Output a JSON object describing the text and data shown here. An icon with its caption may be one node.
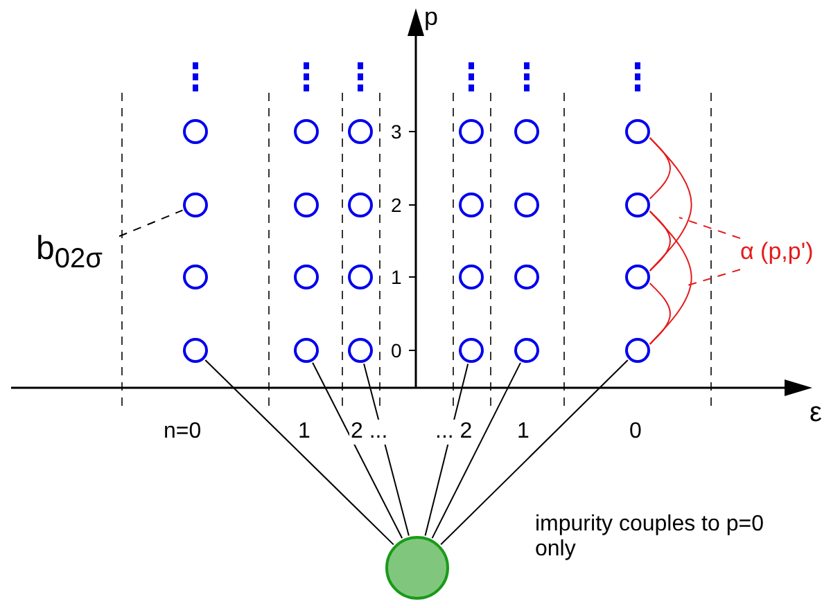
{
  "diagram": {
    "nodes": [
      {
        "text": [],
        "shape": "circle"
      },
      {
        "text": [],
        "shape": "circle"
      },
      {
        "text": [],
        "shape": "circle"
      },
      {
        "text": [],
        "shape": "circle"
      },
      {
        "text": [],
        "shape": "circle"
      },
      {
        "text": [],
        "shape": "circle"
      },
      {
        "text": [],
        "shape": "circle"
      },
      {
        "text": [],
        "shape": "circle"
      },
      {
        "text": [],
        "shape": "circle"
      },
      {
        "text": [],
        "shape": "circle"
      },
      {
        "text": [],
        "shape": "circle"
      },
      {
        "text": [],
        "shape": "circle"
      },
      {
        "text": [],
        "shape": "circle"
      },
      {
        "text": [],
        "shape": "circle"
      },
      {
        "text": [],
        "shape": "circle"
      },
      {
        "text": [],
        "shape": "circle"
      },
      {
        "text": [],
        "shape": "circle"
      },
      {
        "text": [],
        "shape": "circle"
      },
      {
        "text": [],
        "shape": "circle"
      },
      {
        "text": [],
        "shape": "circle"
      },
      {
        "text": [],
        "shape": "circle"
      },
      {
        "text": [],
        "shape": "circle"
      },
      {
        "text": [],
        "shape": "circle"
      },
      {
        "text": [],
        "shape": "circle"
      },
      {
        "text": [
          "b$_{02σ}$"
        ]
      },
      {
        "text": [
          "α (p,p')"
        ]
      },
      {
        "text": [],
        "shape": "circle"
      }
    ],
    "edges": [
      {
        "from": 18,
        "to": 26,
        "arrow": "none"
      },
      {
        "from": 19,
        "to": 26,
        "arrow": "none"
      },
      {
        "from": 20,
        "to": 26,
        "arrow": "none"
      },
      {
        "from": 21,
        "to": 26,
        "arrow": "none"
      },
      {
        "from": 22,
        "to": 26,
        "arrow": "none"
      },
      {
        "from": 23,
        "to": 26,
        "arrow": "none"
      },
      {
        "from": 24,
        "to": 6,
        "arrow": "none",
        "style": "dashed"
      },
      {
        "from": 25,
        "to": null,
        "arrow": "none",
        "style": "dashed",
        "color": "#e41a1c"
      },
      {
        "from": 25,
        "to": null,
        "arrow": "none",
        "style": "dashed",
        "color": "#e41a1c"
      },
      {
        "from": 5,
        "to": 11,
        "arrow": "none",
        "color": "#e41a1c"
      },
      {
        "from": 5,
        "to": 17,
        "arrow": "none",
        "color": "#e41a1c"
      },
      {
        "from": 11,
        "to": 17,
        "arrow": "none",
        "color": "#e41a1c"
      },
      {
        "from": 11,
        "to": 23,
        "arrow": "none",
        "color": "#e41a1c"
      },
      {
        "from": 17,
        "to": 23,
        "arrow": "none",
        "color": "#e41a1c"
      }
    ],
    "labels": [
      "p",
      "3",
      "2",
      "1",
      "0",
      "ε",
      "n=0",
      "1",
      "2 ...",
      "... 2",
      "1",
      "0",
      "impurity couples to p=0 only"
    ]
  }
}
